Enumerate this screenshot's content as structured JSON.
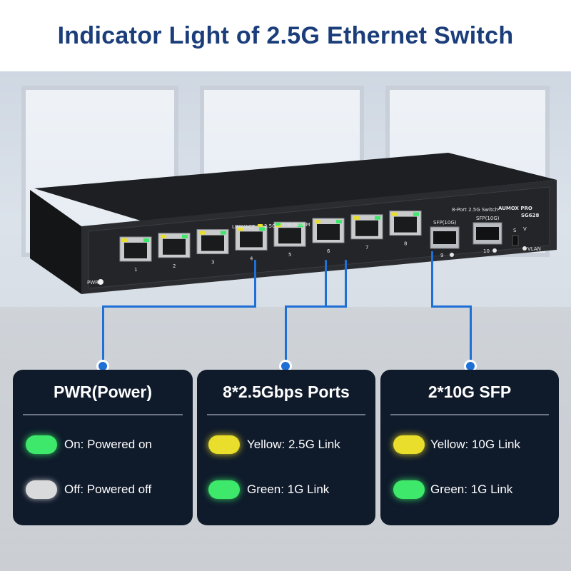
{
  "title": "Indicator Light of 2.5G Ethernet Switch",
  "device": {
    "brand": "AUMOX PRO",
    "model": "SG628",
    "model_line": "8-Port 2.5G Switch",
    "legend_link_act": "LINK/ACT",
    "legend_25g": "2.5G",
    "legend_1g": "100/1000M",
    "pwr_label": "PWR",
    "sfp_label": "SFP(10G)",
    "vlan_label": "VLAN",
    "switch_labels": [
      "S",
      "V"
    ],
    "port_numbers": [
      "1",
      "2",
      "3",
      "4",
      "5",
      "6",
      "7",
      "8"
    ],
    "sfp_numbers": [
      "9",
      "10"
    ]
  },
  "cards": [
    {
      "title": "PWR(Power)",
      "items": [
        {
          "led": "green",
          "label": "On: Powered on"
        },
        {
          "led": "white",
          "label": "Off: Powered off"
        }
      ]
    },
    {
      "title": "8*2.5Gbps Ports",
      "items": [
        {
          "led": "yellow",
          "label": "Yellow: 2.5G Link"
        },
        {
          "led": "green",
          "label": "Green: 1G Link"
        }
      ]
    },
    {
      "title": "2*10G SFP",
      "items": [
        {
          "led": "yellow",
          "label": "Yellow: 10G Link"
        },
        {
          "led": "green",
          "label": "Green: 1G Link"
        }
      ]
    }
  ],
  "colors": {
    "title": "#1b3e7a",
    "connector": "#1e6fd6",
    "card_bg": "#0f1a2b",
    "led_green": "#3ee86a",
    "led_yellow": "#e8de2b",
    "led_white": "#d9dadb"
  }
}
